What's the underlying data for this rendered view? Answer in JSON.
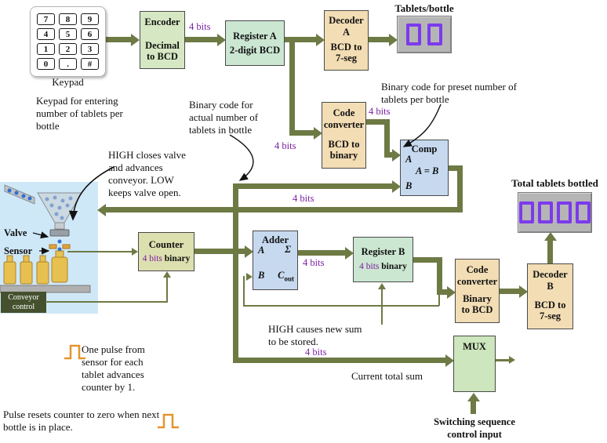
{
  "colors": {
    "wire": "#6e7a44",
    "bits_text": "#7b1fa2",
    "digit": "#7c3aed",
    "display_bg": "#b5b5b5",
    "illustration_bg": "#cfe8f8",
    "pulse": "#e5942d"
  },
  "keypad": {
    "keys": [
      [
        "7",
        "8",
        "9"
      ],
      [
        "4",
        "5",
        "6"
      ],
      [
        "1",
        "2",
        "3"
      ],
      [
        "0",
        ".",
        "#"
      ]
    ],
    "label": "Keypad",
    "caption": "Keypad for entering number of tablets per bottle"
  },
  "blocks": {
    "encoder": {
      "title": "Encoder",
      "sub1": "Decimal",
      "sub2": "to BCD"
    },
    "register_a": {
      "title": "Register A",
      "sub": "2-digit BCD"
    },
    "decoder_a": {
      "t1": "Decoder",
      "t2": "A",
      "s1": "BCD to",
      "s2": "7-seg"
    },
    "code_converter_1": {
      "t1": "Code",
      "t2": "converter",
      "s1": "BCD to",
      "s2": "binary"
    },
    "comparator": {
      "title": "Comp",
      "in_a": "A",
      "out": "A = B",
      "in_b": "B"
    },
    "counter": {
      "title": "Counter",
      "bits": "4 bits",
      "sub": "binary"
    },
    "adder": {
      "title": "Adder",
      "in_a": "A",
      "sum": "Σ",
      "in_b": "B",
      "cout_base": "C",
      "cout_sub": "out"
    },
    "register_b": {
      "title": "Register B",
      "bits": "4 bits",
      "sub": "binary"
    },
    "code_converter_2": {
      "t1": "Code",
      "t2": "converter",
      "s1": "Binary",
      "s2": "to BCD"
    },
    "decoder_b": {
      "t1": "Decoder",
      "t2": "B",
      "s1": "BCD to",
      "s2": "7-seg"
    },
    "mux": {
      "title": "MUX"
    }
  },
  "displays": {
    "tablets_per_bottle": {
      "label": "Tablets/bottle",
      "value": "00"
    },
    "total_tablets": {
      "label": "Total tablets bottled",
      "value": "0000"
    }
  },
  "wires": {
    "bits4": "4 bits"
  },
  "annotations": {
    "preset": "Binary code for preset number of tablets per bottle",
    "actual": "Binary code for actual number of tablets in bottle",
    "valve_note": "HIGH closes valve and advances conveyor. LOW keeps valve open.",
    "store_note": "HIGH causes new sum to be stored.",
    "current_sum": "Current total sum",
    "switching": "Switching sequence control input",
    "pulse_count": "One pulse from sensor for each tablet advances counter by 1.",
    "pulse_reset": "Pulse resets counter to zero when next bottle is in place."
  },
  "illustration": {
    "valve": "Valve",
    "sensor": "Sensor",
    "conveyor": "Conveyor control"
  }
}
